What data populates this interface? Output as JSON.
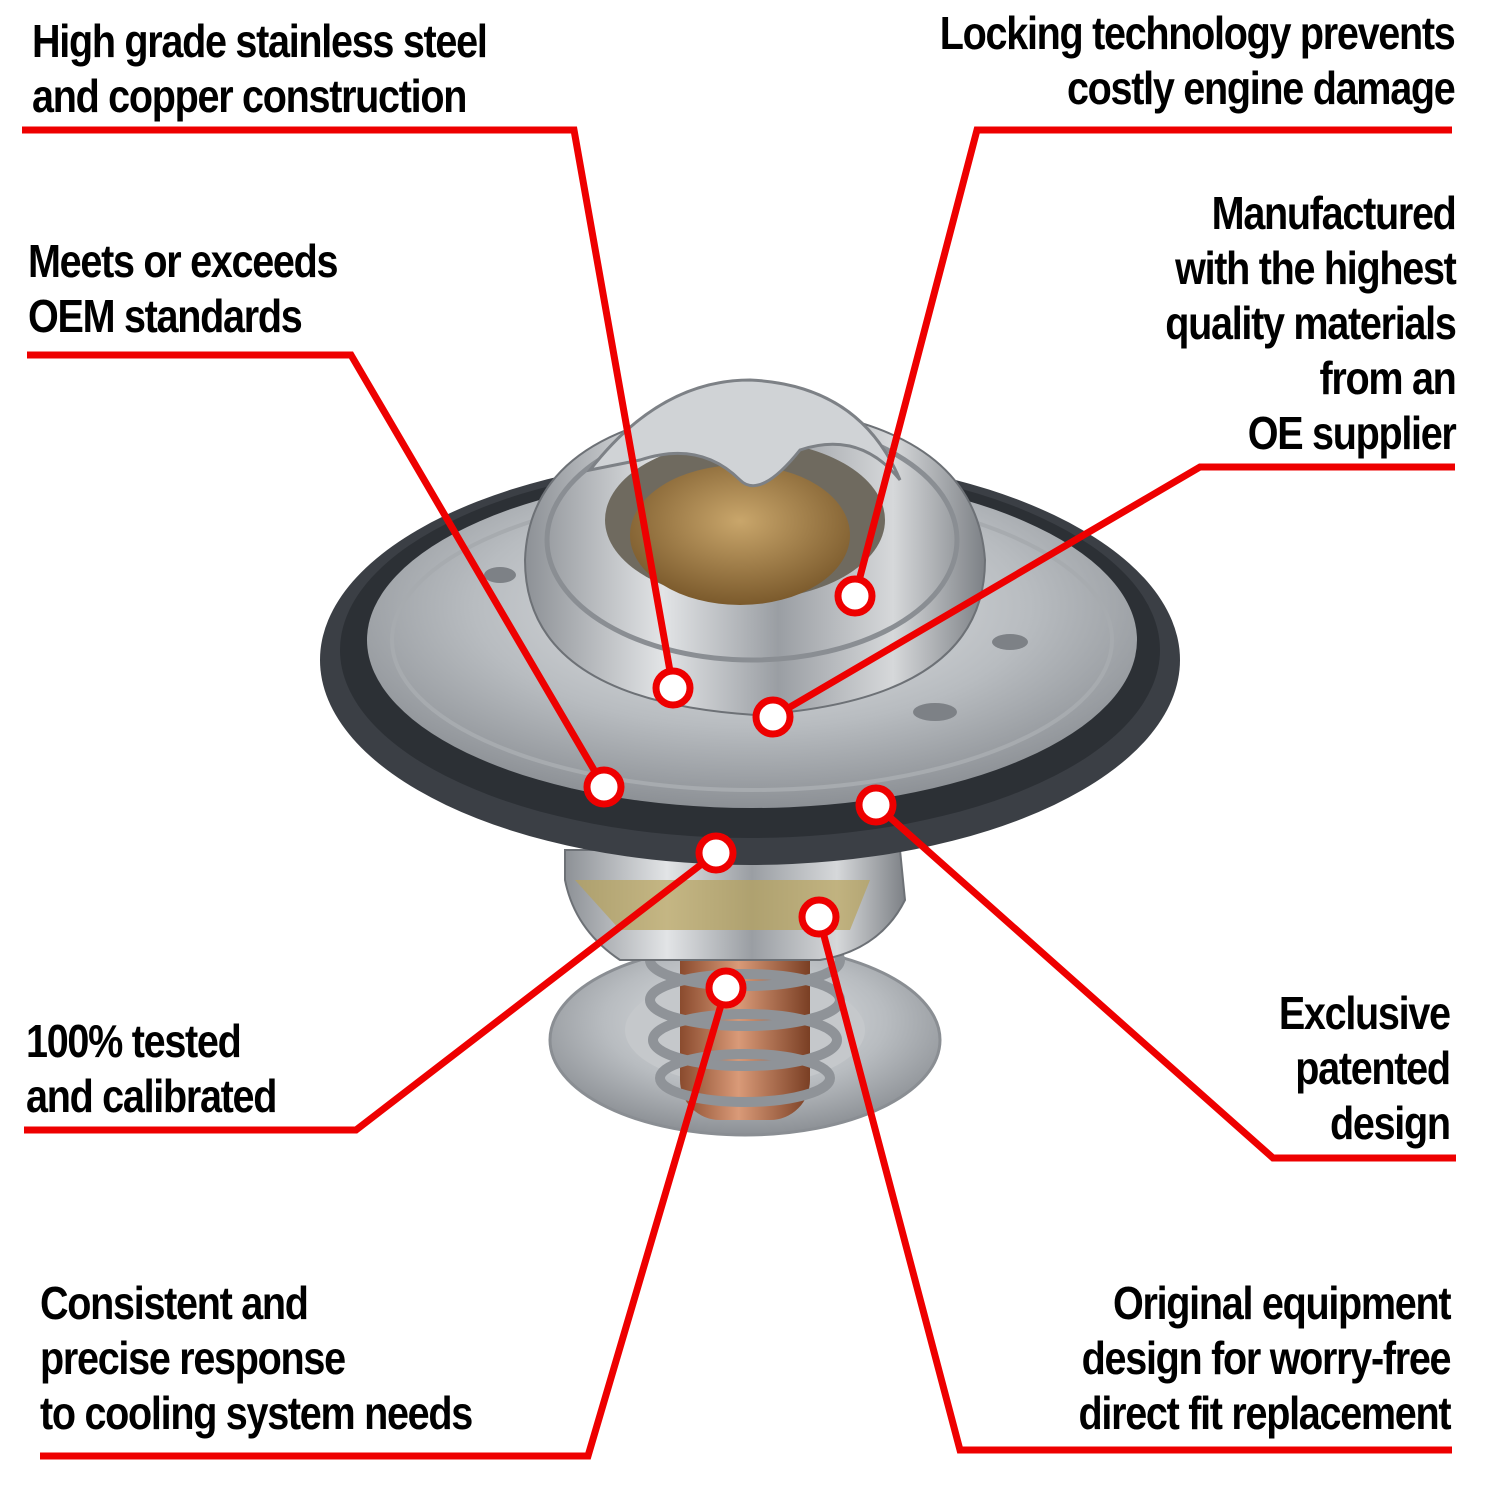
{
  "product": "Thermostat with rubber gasket seal",
  "accent_color": "#ee0000",
  "callouts": [
    {
      "id": "stainless",
      "lines": [
        "High grade stainless steel",
        "and copper construction"
      ]
    },
    {
      "id": "locking",
      "lines": [
        "Locking technology prevents",
        "costly engine damage"
      ]
    },
    {
      "id": "oem",
      "lines": [
        "Meets or exceeds",
        "OEM standards"
      ]
    },
    {
      "id": "manufactured",
      "lines": [
        "Manufactured",
        "with the highest",
        "quality materials",
        "from an",
        "OE supplier"
      ]
    },
    {
      "id": "tested",
      "lines": [
        "100% tested",
        "and calibrated"
      ]
    },
    {
      "id": "patented",
      "lines": [
        "Exclusive",
        "patented",
        "design"
      ]
    },
    {
      "id": "consistent",
      "lines": [
        "Consistent and",
        "precise response",
        "to cooling system needs"
      ]
    },
    {
      "id": "original",
      "lines": [
        "Original equipment",
        "design for worry-free",
        "direct fit replacement"
      ]
    }
  ]
}
